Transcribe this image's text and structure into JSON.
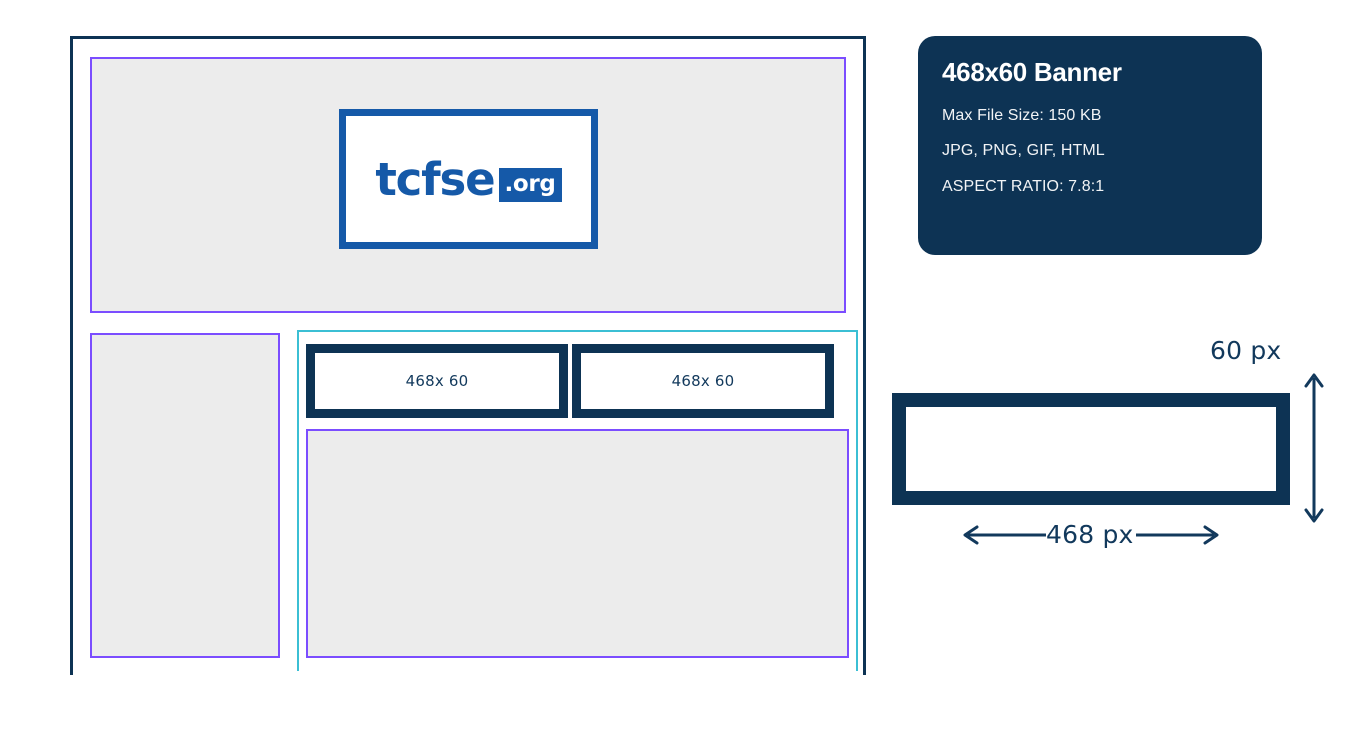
{
  "page": {
    "background_color": "#ffffff",
    "accent_navy": "#0d3354",
    "accent_blue": "#1559a8",
    "accent_purple": "#7b4dff",
    "accent_teal": "#3bbfd4",
    "panel_gray": "#ececec"
  },
  "wireframe": {
    "logo": {
      "word": "tcfse",
      "tld": ".org"
    },
    "banner_slots": [
      {
        "label": "468x 60"
      },
      {
        "label": "468x 60"
      }
    ]
  },
  "info_card": {
    "title": "468x60 Banner",
    "lines": [
      "Max File Size: 150 KB",
      "JPG, PNG, GIF, HTML",
      "ASPECT RATIO: 7.8:1"
    ]
  },
  "dimension_diagram": {
    "height_label": "60 px",
    "width_label": "468 px"
  }
}
